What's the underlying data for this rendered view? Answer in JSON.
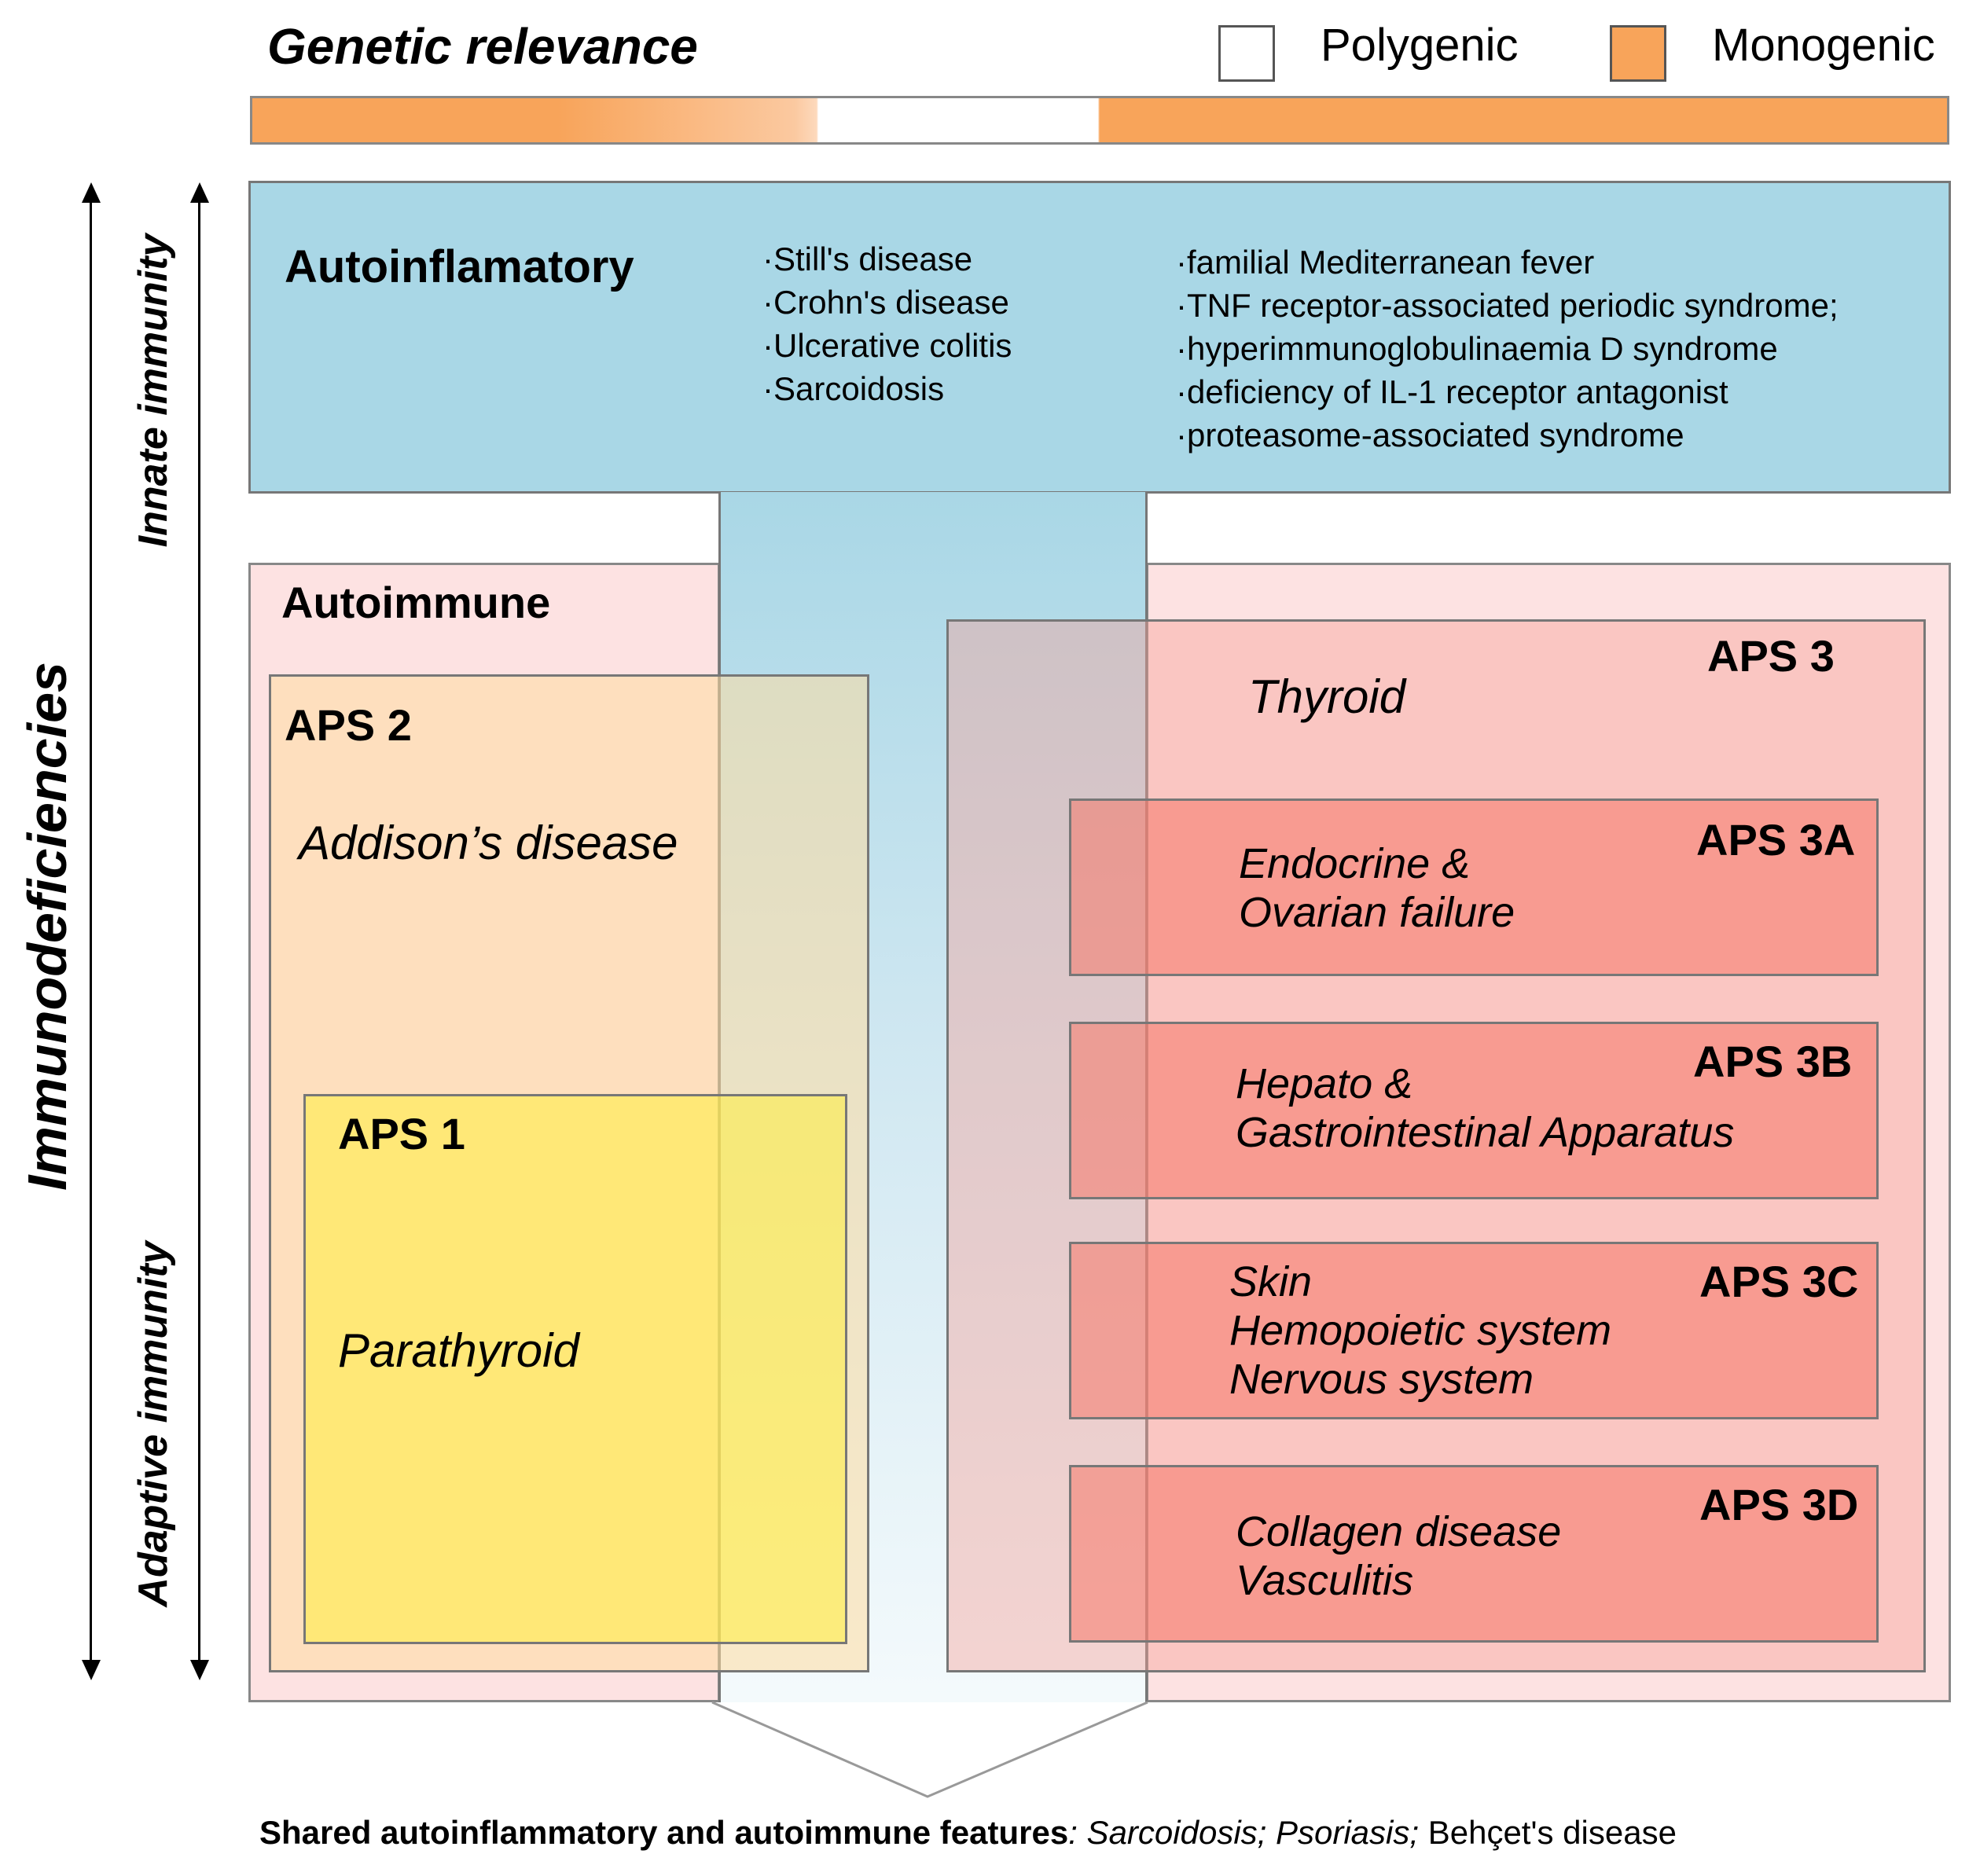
{
  "header": {
    "title": "Genetic relevance",
    "legend": [
      {
        "label": "Polygenic",
        "color": "#ffffff"
      },
      {
        "label": "Monogenic",
        "color": "#f8a45a"
      }
    ]
  },
  "axis": {
    "main_label": "Immunodeficiencies",
    "innate_label": "Innate immunity",
    "adaptive_label": "Adaptive immunity"
  },
  "autoinflammatory": {
    "title": "Autoinflamatory",
    "polygenic_list": [
      "·Still's disease",
      "·Crohn's disease",
      "·Ulcerative colitis",
      "·Sarcoidosis"
    ],
    "monogenic_list": [
      "·familial Mediterranean fever",
      "·TNF receptor-associated periodic syndrome;",
      "·hyperimmunoglobulinaemia D syndrome",
      "·deficiency of IL-1 receptor antagonist",
      "·proteasome-associated  syndrome"
    ]
  },
  "autoimmune": {
    "title": "Autoimmune",
    "aps2": {
      "label": "APS 2",
      "disease": "Addison’s disease"
    },
    "aps1": {
      "label": "APS 1",
      "disease": "Parathyroid"
    },
    "aps3": {
      "label": "APS 3",
      "disease": "Thyroid"
    },
    "aps3a": {
      "label": "APS 3A",
      "lines": [
        "Endocrine &",
        "Ovarian failure"
      ]
    },
    "aps3b": {
      "label": "APS 3B",
      "lines": [
        "Hepato &",
        "Gastrointestinal Apparatus"
      ]
    },
    "aps3c": {
      "label": "APS 3C",
      "lines": [
        "Skin",
        "Hemopoietic system",
        "Nervous system"
      ]
    },
    "aps3d": {
      "label": "APS 3D",
      "lines": [
        "Collagen disease",
        "Vasculitis"
      ]
    }
  },
  "footer": {
    "bold_part": "Shared  autoinflammatory and autoimmune features",
    "italic_part": ": Sarcoidosis; Psoriasis;",
    "plain_part": " Behçet's disease"
  },
  "colors": {
    "monogenic": "#f8a45a",
    "autoinflammatory_bg": "#a9d7e6",
    "autoimmune_bg": "#fde2e2",
    "aps1_fill": "#ffee3c",
    "aps2_fill": "#ffdca0",
    "aps3_fill": "#f5a096"
  }
}
